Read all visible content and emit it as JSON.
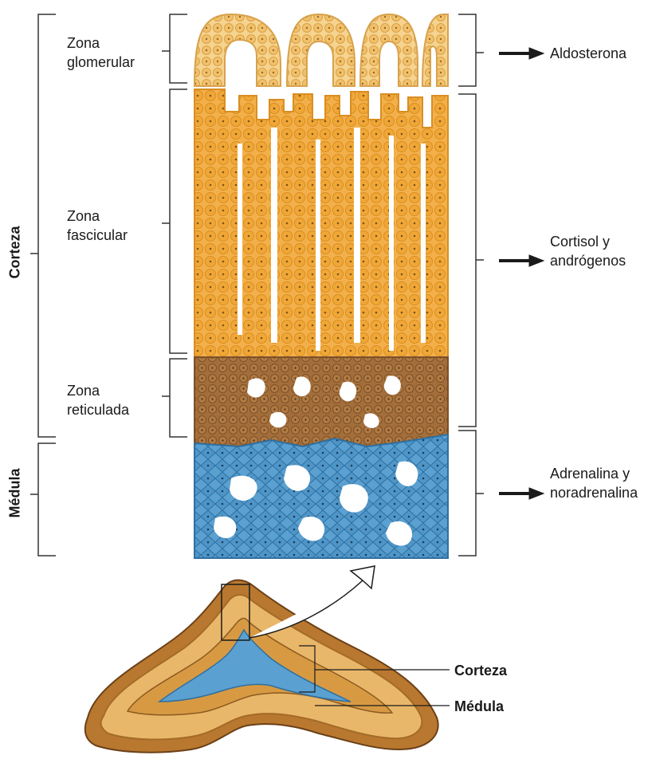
{
  "left_labels": {
    "corteza": "Corteza",
    "medula": "Médula"
  },
  "zones": [
    {
      "line1": "Zona",
      "line2": "glomerular"
    },
    {
      "line1": "Zona",
      "line2": "fascicular"
    },
    {
      "line1": "Zona",
      "line2": "reticulada"
    }
  ],
  "hormones": [
    {
      "line1": "Aldosterona",
      "line2": ""
    },
    {
      "line1": "Cortisol y",
      "line2": "andrógenos"
    },
    {
      "line1": "Adrenalina y",
      "line2": "noradrenalina"
    }
  ],
  "gland_labels": {
    "corteza": "Corteza",
    "medula": "Médula"
  },
  "colors": {
    "glomerular": "#f3c77a",
    "fascicular": "#f1a93b",
    "reticulada": "#a8713a",
    "medula": "#4f97c9",
    "bracket": "#333333"
  }
}
